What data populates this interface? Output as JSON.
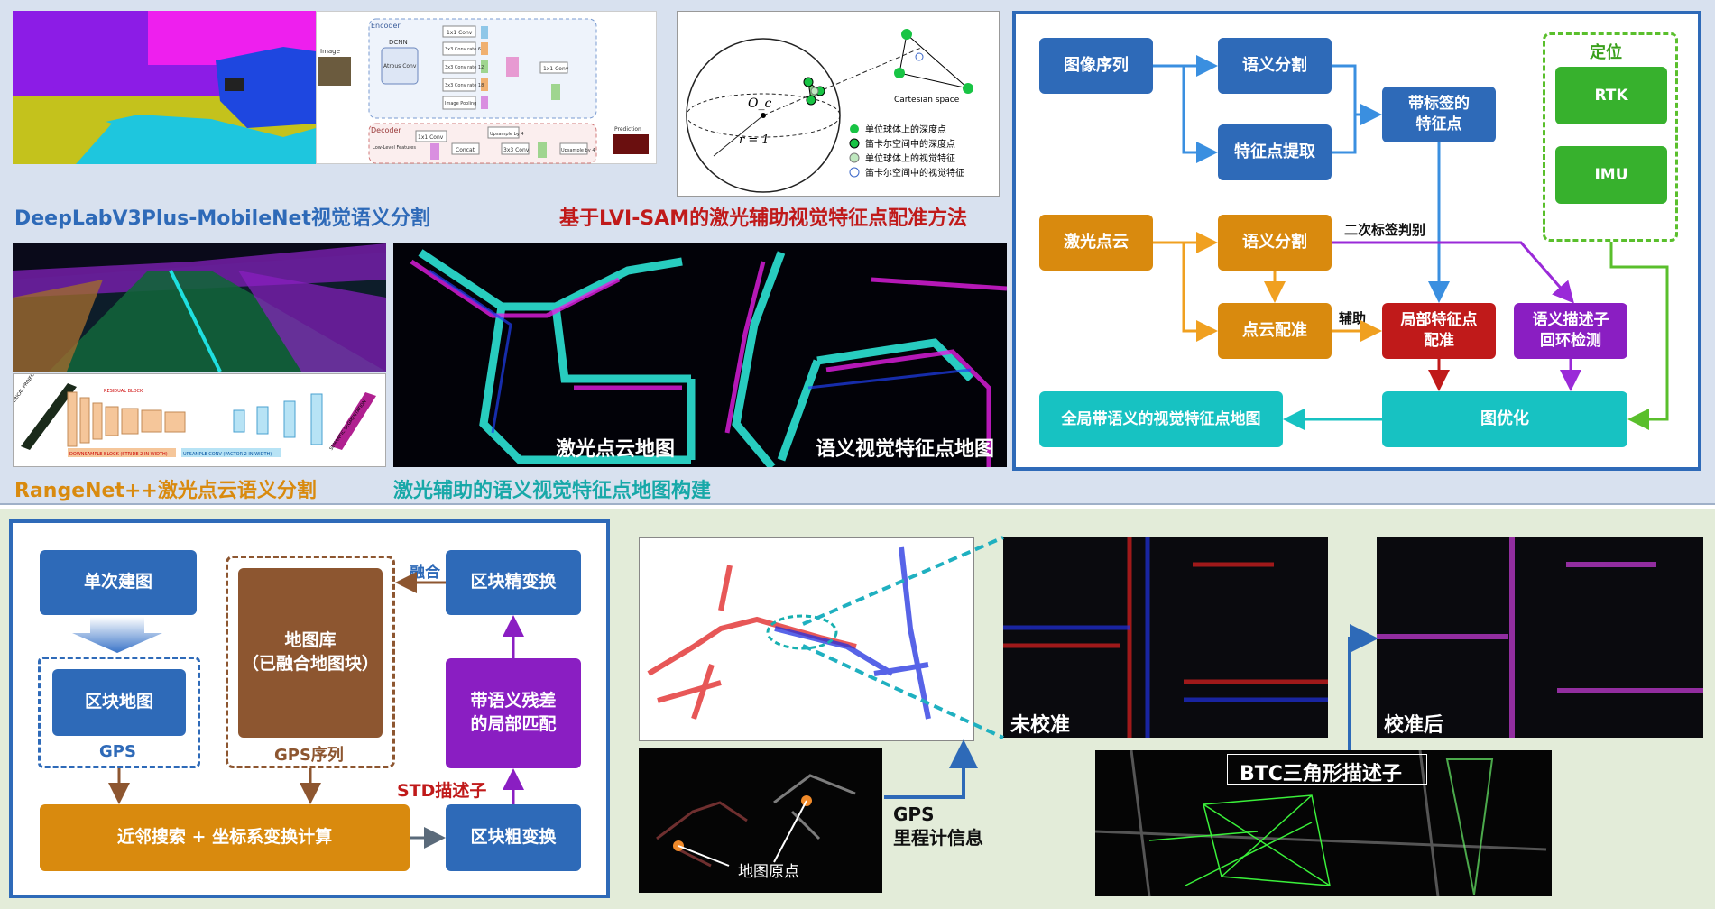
{
  "top": {
    "captions": {
      "deeplab": "DeepLabV3Plus-MobileNet视觉语义分割",
      "lvisam": "基于LVI-SAM的激光辅助视觉特征点配准方法",
      "rangenet": "RangeNet++激光点云语义分割",
      "mapbuild": "激光辅助的语义视觉特征点地图构建"
    },
    "deeplab_net": {
      "encoder": "Encoder",
      "decoder": "Decoder",
      "image": "Image",
      "dcnn": "DCNN",
      "atrous": "Atrous Conv",
      "conv1": "1x1 Conv",
      "conv3_6": "3x3 Conv rate 6",
      "conv3_12": "3x3 Conv rate 12",
      "conv3_18": "3x3 Conv rate 18",
      "pooling": "Image Pooling",
      "conv1b": "1x1 Conv",
      "low_level": "Low-Level Features",
      "upsample1": "Upsample by 4",
      "conv1c": "1x1 Conv",
      "concat": "Concat",
      "conv3b": "3x3 Conv",
      "upsample2": "Upsample by 4",
      "prediction": "Prediction"
    },
    "sphere": {
      "oc": "O_c",
      "r": "r = 1",
      "cartesian": "Cartesian space",
      "legend": [
        "单位球体上的深度点",
        "笛卡尔空间中的深度点",
        "单位球体上的视觉特征",
        "笛卡尔空间中的视觉特征"
      ]
    },
    "rangenet_net": {
      "spherical": "SPHERICAL PROJECTION",
      "semantic": "SEMANTIC SEGMENTATION",
      "down": "DOWNSAMPLE BLOCK (STRIDE 2 IN WIDTH)",
      "residual": "RESIDUAL BLOCK",
      "up": "UPSAMPLE CONV (FACTOR 2 IN WIDTH)"
    },
    "map_labels": {
      "laser": "激光点云地图",
      "semantic": "语义视觉特征点地图"
    },
    "flow": {
      "image_seq": "图像序列",
      "sem_seg1": "语义分割",
      "feat_extract": "特征点提取",
      "labeled_feat": "带标签的\n特征点",
      "laser_cloud": "激光点云",
      "sem_seg2": "语义分割",
      "second_label": "二次标签判别",
      "cloud_reg": "点云配准",
      "assist": "辅助",
      "local_reg": "局部特征点\n配准",
      "sem_desc": "语义描述子\n回环检测",
      "global_map": "全局带语义的视觉特征点地图",
      "graph_opt": "图优化",
      "loc": "定位",
      "rtk": "RTK",
      "imu": "IMU"
    }
  },
  "bottom": {
    "flow": {
      "single_map": "单次建图",
      "block_map": "区块地图",
      "gps": "GPS",
      "map_lib": "地图库\n（已融合地图块）",
      "gps_seq": "GPS序列",
      "fine_trans": "区块精变换",
      "fusion": "融合",
      "semantic_match": "带语义残差\n的局部匹配",
      "std": "STD描述子",
      "coarse_trans": "区块粗变换",
      "nn_search": "近邻搜索 + 坐标系变换计算"
    },
    "labels": {
      "gps_odom": "GPS\n里程计信息",
      "origin": "地图原点",
      "uncal": "未校准",
      "cal": "校准后",
      "btc": "BTC三角形描述子"
    }
  },
  "colors": {
    "blue": "#2e6ab8",
    "orange": "#d98a0e",
    "red": "#c01a1a",
    "purple": "#8a1ec2",
    "teal": "#17c2c2",
    "green": "#37b12d",
    "brown": "#8d5630",
    "caption_blue": "#2e6ab8",
    "caption_red": "#c01a1a",
    "caption_orange": "#d98a0e",
    "caption_teal": "#17a8a8"
  }
}
